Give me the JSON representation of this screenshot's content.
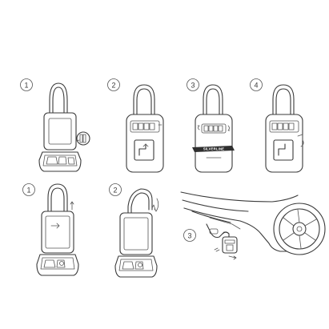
{
  "steps": {
    "row1": [
      "1",
      "2",
      "3",
      "4"
    ],
    "row2": [
      "1",
      "2",
      "3"
    ]
  },
  "brand": "SILVERLINE"
}
